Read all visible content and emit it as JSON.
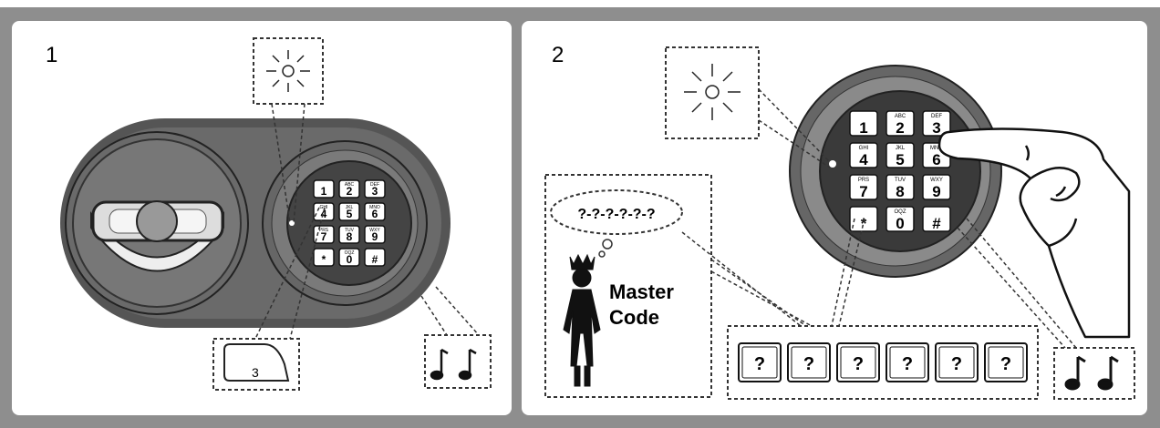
{
  "panels": [
    {
      "number": "1"
    },
    {
      "number": "2"
    }
  ],
  "master_label_line1": "Master",
  "master_label_line2": "Code",
  "thought_text": "?-?-?-?-?-?",
  "code_slots": [
    "?",
    "?",
    "?",
    "?",
    "?",
    "?"
  ],
  "key_label_3": "3",
  "keypad_digits": [
    "1",
    "2",
    "3",
    "4",
    "5",
    "6",
    "7",
    "8",
    "9",
    "*",
    "0",
    "#"
  ],
  "keypad_letters": [
    "",
    "ABC",
    "DEF",
    "GHI",
    "JKL",
    "MNO",
    "PRS",
    "TUV",
    "WXY",
    "",
    "OQZ",
    ""
  ],
  "colors": {
    "frame": "#8c8c8c",
    "lock_body": "#5b5b5b",
    "keypad_ring": "#9a9a9a",
    "keypad_face": "#3a3a3a"
  }
}
